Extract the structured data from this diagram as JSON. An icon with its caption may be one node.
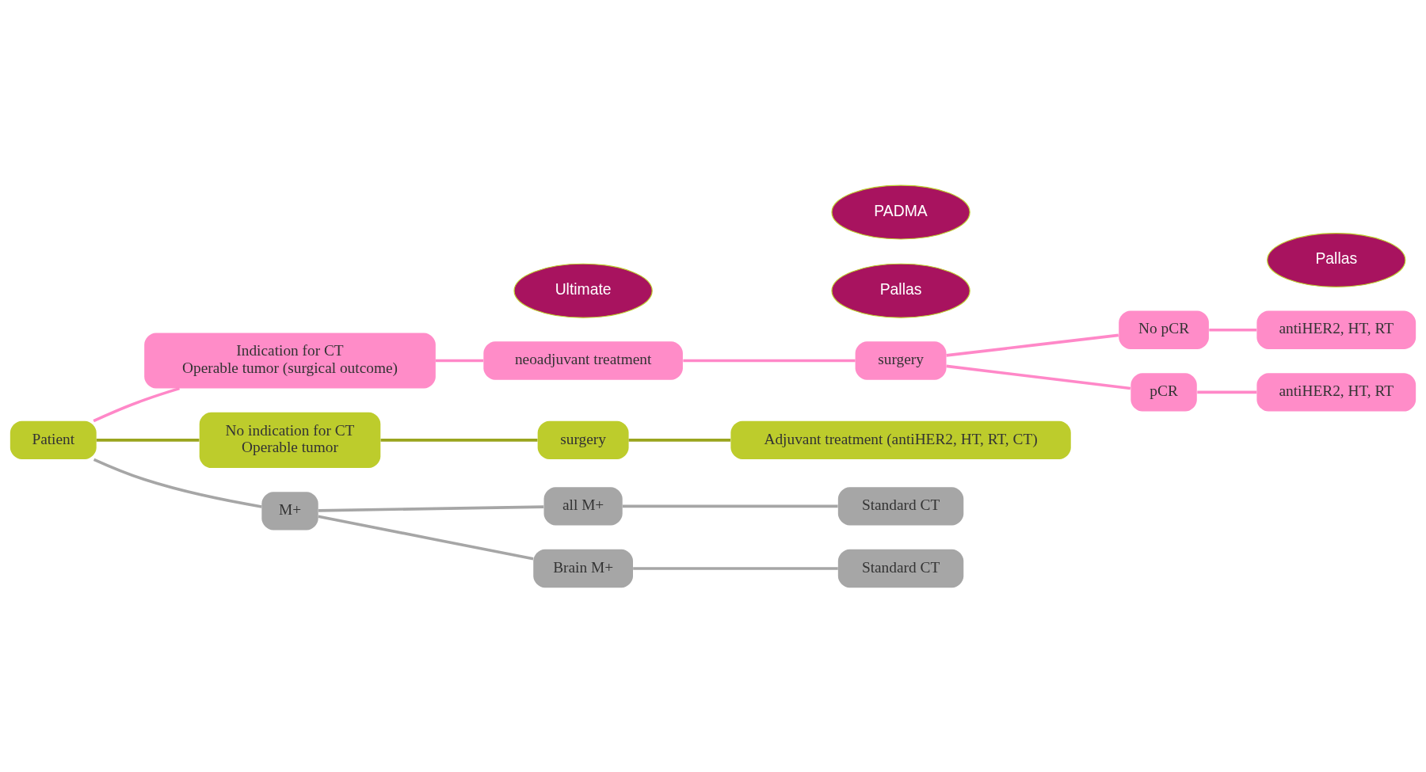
{
  "diagram": {
    "nodes": [
      {
        "text": [
          "Patient"
        ]
      },
      {
        "text": [
          "Indication for CT",
          "Operable tumor (surgical outcome)"
        ]
      },
      {
        "text": [
          "neoadjuvant treatment"
        ]
      },
      {
        "text": [
          "Ultimate"
        ]
      },
      {
        "text": [
          "surgery"
        ]
      },
      {
        "text": [
          "No pCR"
        ]
      },
      {
        "text": [
          "pCR"
        ]
      },
      {
        "text": [
          "Pallas"
        ]
      },
      {
        "text": [
          "antiHER2, HT, RT"
        ]
      },
      {
        "text": [
          "antiHER2, HT, RT"
        ]
      },
      {
        "text": [
          "No indication for CT",
          "Operable tumor"
        ]
      },
      {
        "text": [
          "surgery"
        ]
      },
      {
        "text": [
          "Adjuvant treatment (antiHER2, HT, RT, CT)"
        ]
      },
      {
        "text": [
          "Pallas"
        ]
      },
      {
        "text": [
          "PADMA"
        ]
      },
      {
        "text": [
          "all M+"
        ]
      },
      {
        "text": [
          "Standard CT"
        ]
      },
      {
        "text": [
          "M+"
        ]
      },
      {
        "text": [
          "Brain M+"
        ]
      },
      {
        "text": [
          "Standard CT"
        ]
      }
    ],
    "edges": [
      {
        "from": 0,
        "to": 1,
        "arrow": "none",
        "color": "#ff88c8"
      },
      {
        "from": 1,
        "to": 2,
        "arrow": "none",
        "color": "#ff88c8"
      },
      {
        "from": 2,
        "to": 4,
        "arrow": "none",
        "color": "#ff88c8"
      },
      {
        "from": 4,
        "to": 5,
        "arrow": "none",
        "color": "#ff88c8"
      },
      {
        "from": 4,
        "to": 6,
        "arrow": "none",
        "color": "#ff88c8"
      },
      {
        "from": 5,
        "to": 8,
        "arrow": "none",
        "color": "#ff88c8"
      },
      {
        "from": 6,
        "to": 9,
        "arrow": "none",
        "color": "#ff88c8"
      },
      {
        "from": 0,
        "to": 10,
        "arrow": "none",
        "color": "#9aa51e"
      },
      {
        "from": 10,
        "to": 11,
        "arrow": "none",
        "color": "#9aa51e"
      },
      {
        "from": 11,
        "to": 12,
        "arrow": "none",
        "color": "#9aa51e"
      },
      {
        "from": 0,
        "to": 17,
        "arrow": "none",
        "color": "#a6a6a6"
      },
      {
        "from": 17,
        "to": 15,
        "arrow": "none",
        "color": "#a6a6a6"
      },
      {
        "from": 17,
        "to": 18,
        "arrow": "none",
        "color": "#a6a6a6"
      },
      {
        "from": 15,
        "to": 16,
        "arrow": "none",
        "color": "#a6a6a6"
      },
      {
        "from": 18,
        "to": 19,
        "arrow": "none",
        "color": "#a6a6a6"
      }
    ]
  }
}
